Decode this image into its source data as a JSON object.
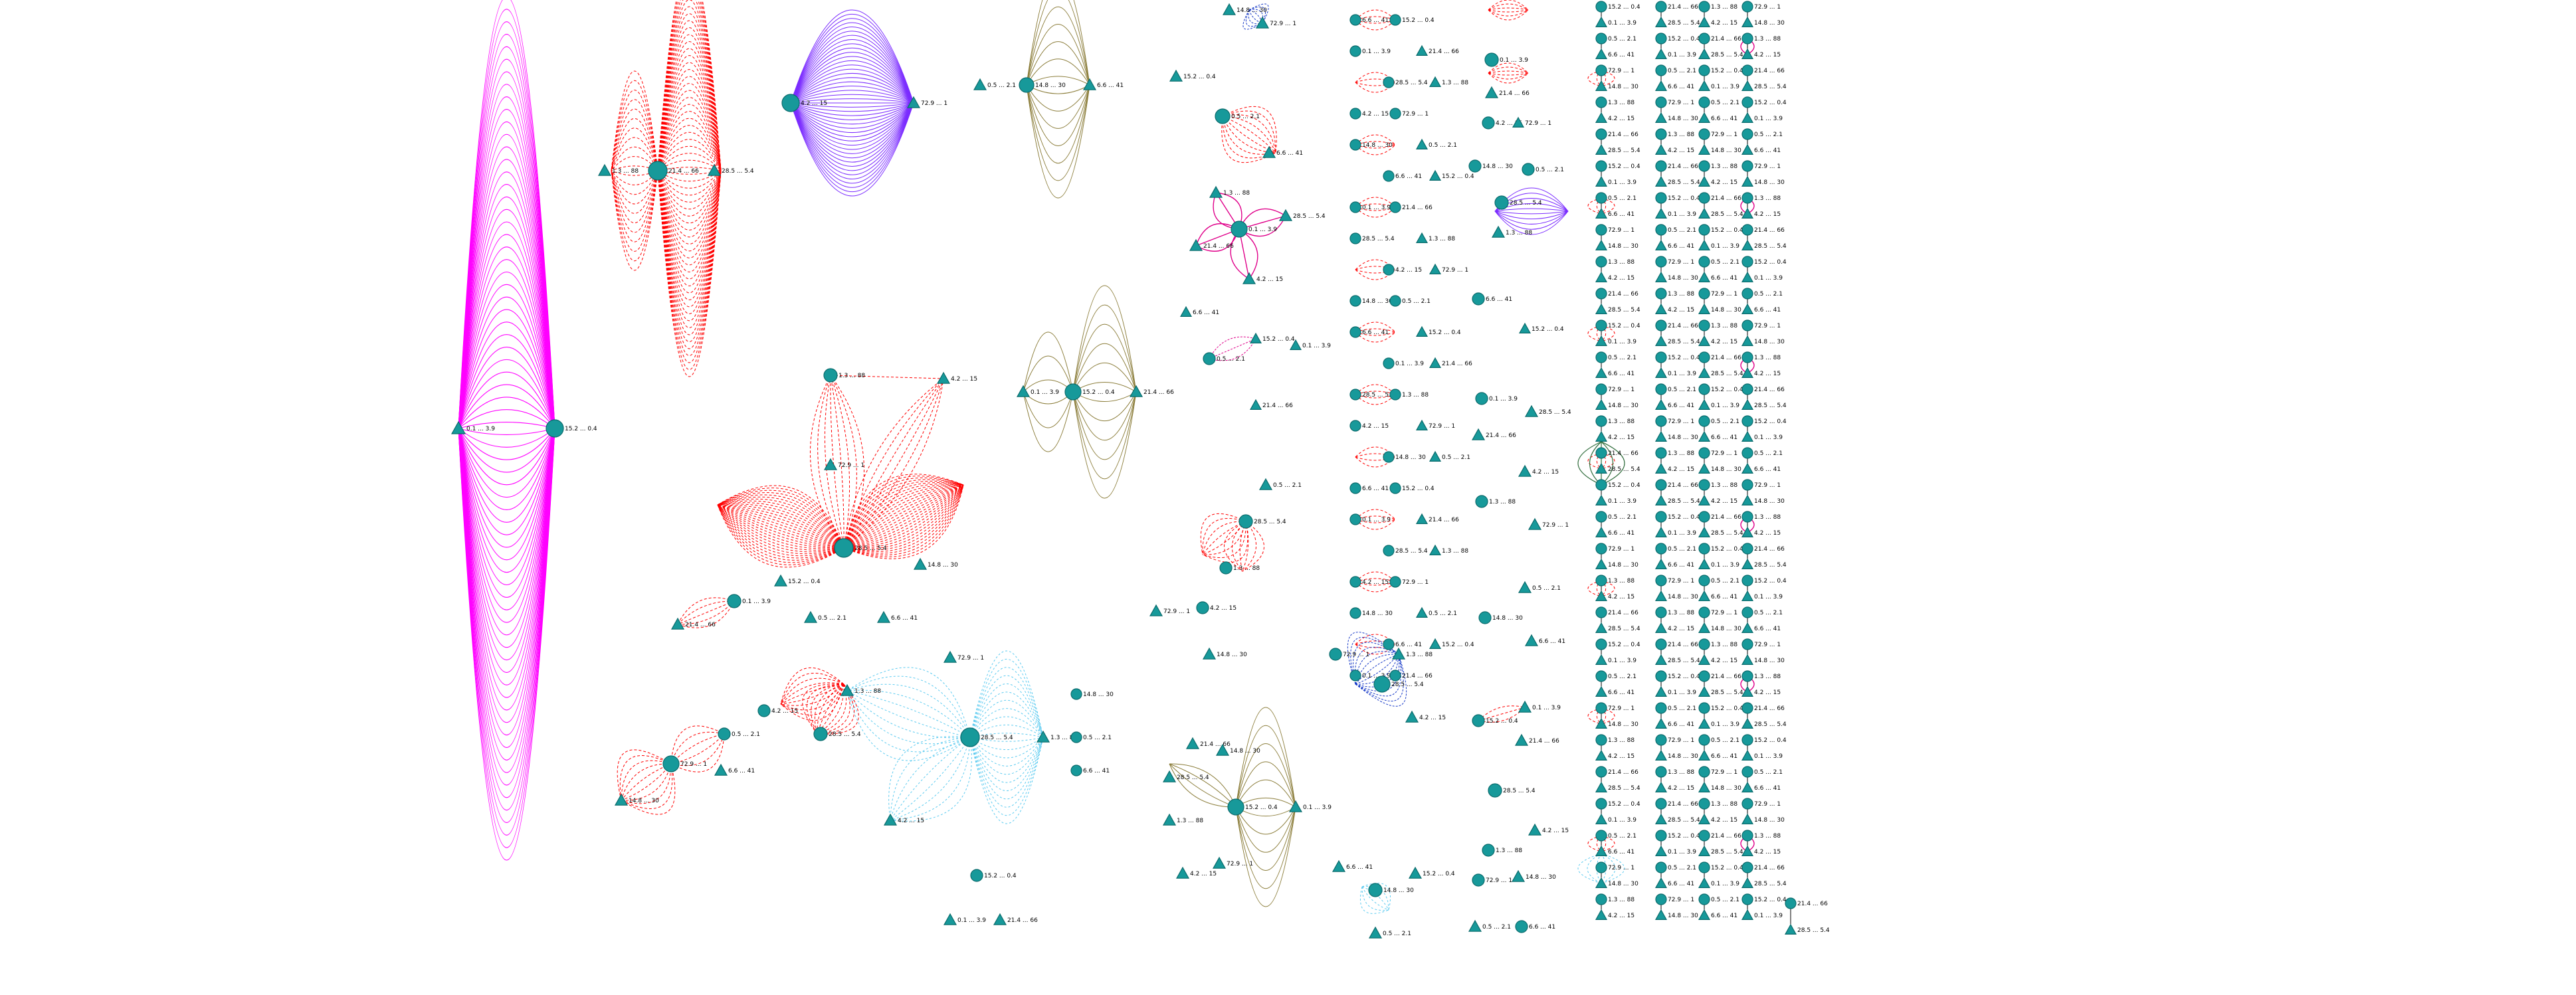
{
  "graph": {
    "background": "#ffffff",
    "node_fill": "#17999a",
    "edge_colors": {
      "magenta": "#ff00ff",
      "red": "#ff0000",
      "purple": "#7b2cff",
      "olive": "#8b7d3a",
      "blue": "#1a3cc8",
      "cyan": "#5ccbf0",
      "pink": "#e0008a",
      "green": "#2e6b3a",
      "black": "#000000"
    },
    "node_labels": [
      "15.2 ... 0.4",
      "0.1 ... 3.9",
      "21.4 ... 66",
      "28.5 ... 5.4",
      "1.3 ... 88",
      "4.2 ... 15",
      "72.9 ... 1",
      "14.8 ... 30",
      "0.5 ... 2.1",
      "6.6 ... 41"
    ]
  }
}
